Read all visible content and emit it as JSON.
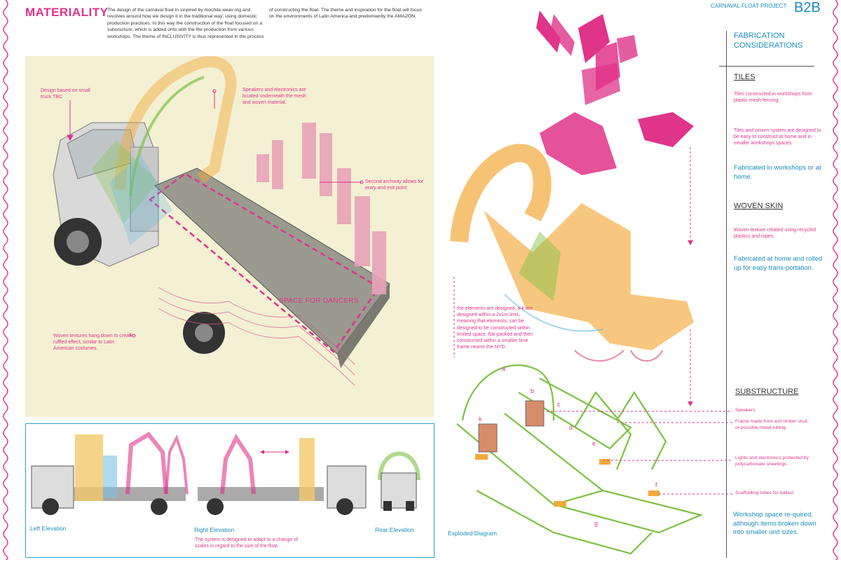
{
  "header": {
    "title": "MATERIALITY",
    "intro_col1": "The design of the carnaval float in sinpired by mochila weav-ing and revolves around how we design it in the traditional way; using domestic production practices. In this way the construction of the float focused on a subsructure, which is added onto with the the production from various workshops. The theme of INCLUSIVITY is thus represented in the process",
    "intro_col2": "of constructing the float. The theme and inspiration for the float will focus on the environments of Latin America and predomiantly the AMAZON."
  },
  "project": {
    "title": "CARNAVAL FLOAT PROJECT",
    "code": "B2B"
  },
  "main_annotations": {
    "truck": "Design based on small truck TBC",
    "speakers": "Speakers and electronics are located underneath the mesh and woven material.",
    "archway": "Second archway allows for entry and exit point",
    "woven": "Woven textures hang down to create ruffled effect, similar to Latin American costumes.",
    "space": "SPACE FOR DANCERS"
  },
  "elevations": {
    "left": "Left Elevation",
    "right": "Right Elevation",
    "rear": "Rear Elevation",
    "note": "The system is designed to adapt to a change of scales in regard to the size of the float."
  },
  "sidebar": {
    "heading": "FABRICATION CONSIDERATIONS",
    "tiles_heading": "TILES",
    "tiles_text1": "Tiles constructed in workshops from plastic mesh fencing.",
    "tiles_text2": "Tiles and woven system are designed to be easy to construct at home and in smaller workshops spaces.",
    "tiles_blue": "Fabricated in workshops or at home.",
    "woven_heading": "WOVEN SKIN",
    "woven_text": "Woven texture created using recycled plastics and ropes.",
    "woven_blue": "Fabricated at home and rolled up for easy trans-portation.",
    "sub_heading": "SUBSTRUCTURE",
    "sub_blue": "Workshop space re-quired, although items broken down into smaller unit sizes."
  },
  "middle": {
    "note": "the elements are designed, a-k are designed within a 2x1m limit, meaning that elements, can be designed to be constructed within limited space, flat-packed and then constructed within a smaller time frame nearer the NYD.",
    "exploded_label": "Exploded Diagram"
  },
  "substructure_annotations": {
    "speakers": "Speakers",
    "frame": "Frame made from ash timber stud, or possible metal tubing.",
    "lights": "Lights and electronics protected by polycarbonate sheetings",
    "scaffold": "Scaffolding tubes for ballast"
  },
  "letters": [
    "a",
    "b",
    "c",
    "d",
    "e",
    "f",
    "g",
    "k"
  ],
  "colors": {
    "pink": "#e0338a",
    "blue": "#1a8dc0",
    "cream": "#f3f0d4",
    "green": "#7cc242",
    "orange": "#f2a93b"
  }
}
